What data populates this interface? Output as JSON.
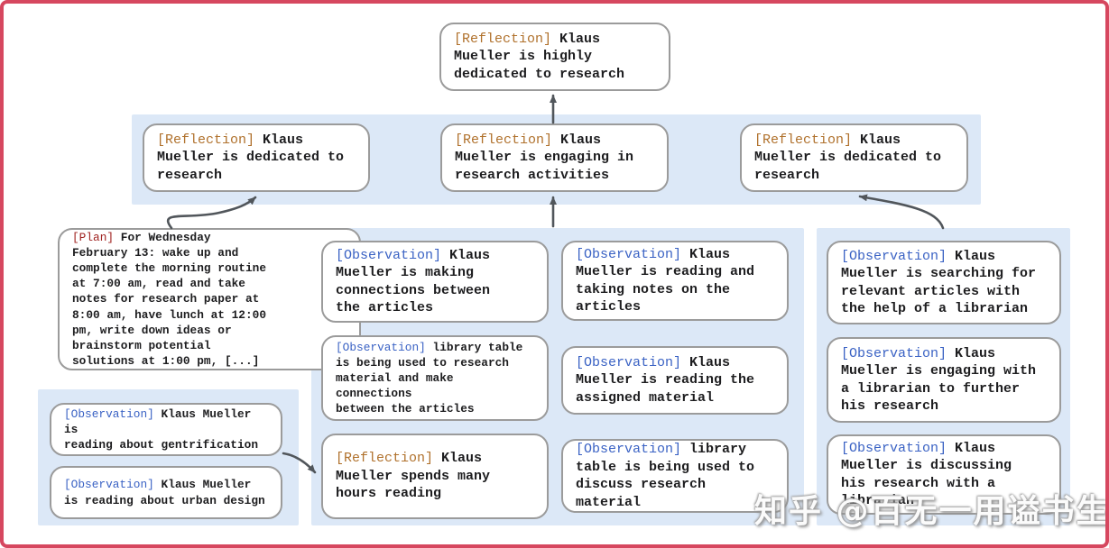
{
  "colors": {
    "frame": "#d6475f",
    "band": "#dce8f7",
    "box-border": "#9b9b9b",
    "arrow": "#51565b",
    "tag-reflection": "#b0712c",
    "tag-observation": "#3a62c4",
    "tag-plan": "#a02321",
    "text": "#1d1d1f"
  },
  "nodes": {
    "top": {
      "tag": "[Reflection]",
      "text": "Klaus\nMueller is highly\ndedicated to research"
    },
    "r1": {
      "tag": "[Reflection]",
      "text": "Klaus\nMueller is dedicated to\nresearch"
    },
    "r2": {
      "tag": "[Reflection]",
      "text": "Klaus\nMueller is engaging in\nresearch activities"
    },
    "r3": {
      "tag": "[Reflection]",
      "text": "Klaus\nMueller is dedicated to\nresearch"
    },
    "plan": {
      "tag": "[Plan]",
      "text": "For Wednesday\nFebruary 13: wake up and\ncomplete the morning routine\nat 7:00 am, read and take\nnotes for research paper at\n8:00 am, have lunch at 12:00\npm, write down ideas or\nbrainstorm potential\nsolutions at 1:00 pm, [...]"
    },
    "l1": {
      "tag": "[Observation]",
      "text": "Klaus Mueller is\nreading about gentrification"
    },
    "l2": {
      "tag": "[Observation]",
      "text": "Klaus Mueller\nis reading about urban design"
    },
    "c1": {
      "tag": "[Observation]",
      "text": "Klaus\nMueller is making\nconnections between\nthe articles"
    },
    "c2": {
      "tag": "[Observation]",
      "text": "library table\nis being used to research\nmaterial and make connections\nbetween the articles"
    },
    "c3": {
      "tag": "[Reflection]",
      "text": "Klaus\nMueller spends many\nhours reading"
    },
    "d1": {
      "tag": "[Observation]",
      "text": "Klaus\nMueller is reading and\ntaking notes on the\narticles"
    },
    "d2": {
      "tag": "[Observation]",
      "text": "Klaus\nMueller is reading the\nassigned material"
    },
    "d3": {
      "tag": "[Observation]",
      "text": "library\ntable is being used to\ndiscuss research material"
    },
    "e1": {
      "tag": "[Observation]",
      "text": "Klaus\nMueller is searching for\nrelevant articles with\nthe help of a librarian"
    },
    "e2": {
      "tag": "[Observation]",
      "text": "Klaus\nMueller is engaging with\na librarian to further\nhis research"
    },
    "e3": {
      "tag": "[Observation]",
      "text": "Klaus\nMueller is discussing\nhis research with a\nlibrarian"
    }
  },
  "watermark": "知乎 @百无一用谥书生"
}
